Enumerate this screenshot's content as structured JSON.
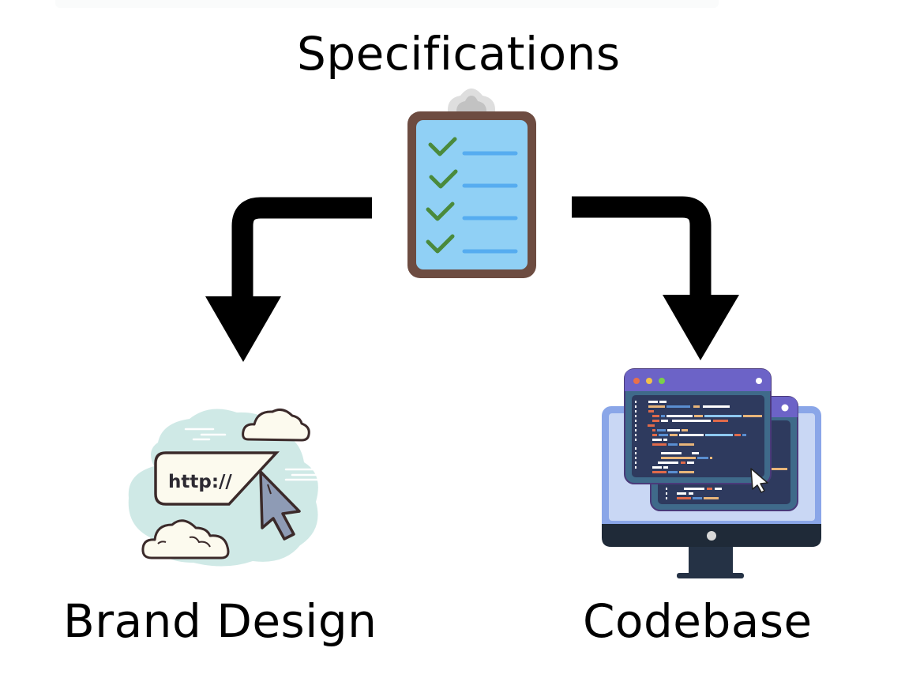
{
  "diagram": {
    "title": "Specifications",
    "nodes": [
      {
        "id": "specifications",
        "label": "Specifications",
        "icon": "clipboard-checklist-icon",
        "checklist_items": 4
      },
      {
        "id": "brand-design",
        "label": "Brand Design",
        "icon": "web-url-browser-icon",
        "icon_text": "http://"
      },
      {
        "id": "codebase",
        "label": "Codebase",
        "icon": "monitor-code-windows-icon"
      }
    ],
    "edges": [
      {
        "from": "specifications",
        "to": "brand-design",
        "style": "elbow-arrow-down"
      },
      {
        "from": "specifications",
        "to": "codebase",
        "style": "elbow-arrow-down"
      }
    ]
  },
  "labels": {
    "top": "Specifications",
    "left": "Brand Design",
    "right": "Codebase",
    "url_text": "http://"
  },
  "colors": {
    "arrow": "#000000",
    "clipboard_border": "#6d4c41",
    "clipboard_fill": "#90d0f5",
    "check": "#4a8a3c",
    "checklist_line": "#56acf0",
    "cloud_bg": "#cfe9e6",
    "cloud_fill": "#fcfaee",
    "outline": "#3b2a2a",
    "cursor_fill": "#8e9bb5",
    "monitor_frame": "#8aa6e8",
    "monitor_screen": "#c9d7f4",
    "monitor_bezel": "#1f2a38",
    "window_title": "#6c63c7",
    "window_frame": "#3f6a8a",
    "window_body": "#2e3a5e"
  }
}
